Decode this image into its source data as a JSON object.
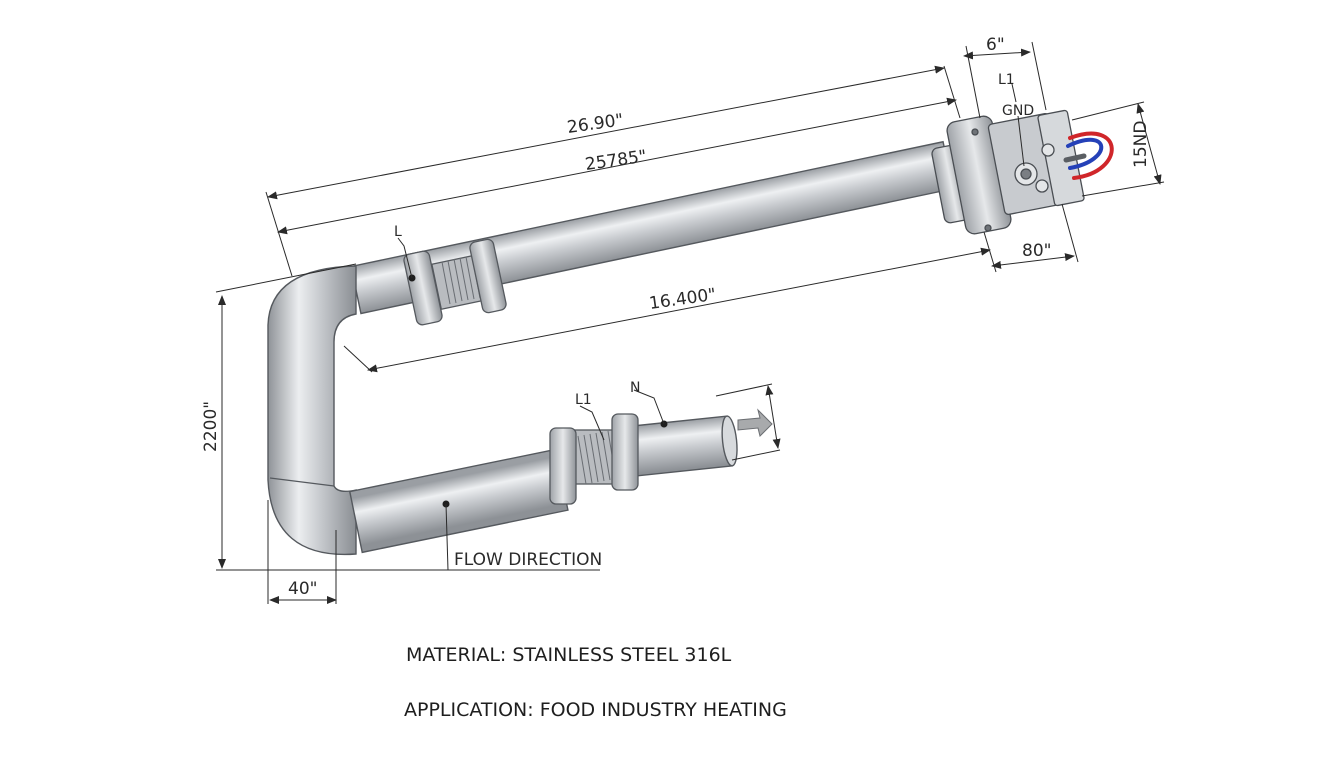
{
  "dimensions": {
    "overall_length": "26.90\"",
    "body_length": "25785\"",
    "straight_length": "16.400\"",
    "terminal_width": "6\"",
    "head_length": "80\"",
    "head_height": "15ND",
    "height": "2200\"",
    "bend_width": "40\""
  },
  "terminals": {
    "upper_pipe": "L",
    "lower_fitting": "L1",
    "lower_neutral": "N",
    "head_l1": "L1",
    "head_gnd": "GND"
  },
  "flow_label": "FLOW DIRECTION",
  "notes": {
    "material": "MATERIAL: STAINLESS STEEL 316L",
    "application": "APPLICATION: FOOD INDUSTRY HEATING"
  },
  "colors": {
    "pipe_light": "#e8eaec",
    "pipe_dark": "#9a9ea3",
    "outline": "#55595e",
    "wire_red": "#d0262a",
    "wire_blue": "#2541b8",
    "arrow": "#a8aaac"
  }
}
